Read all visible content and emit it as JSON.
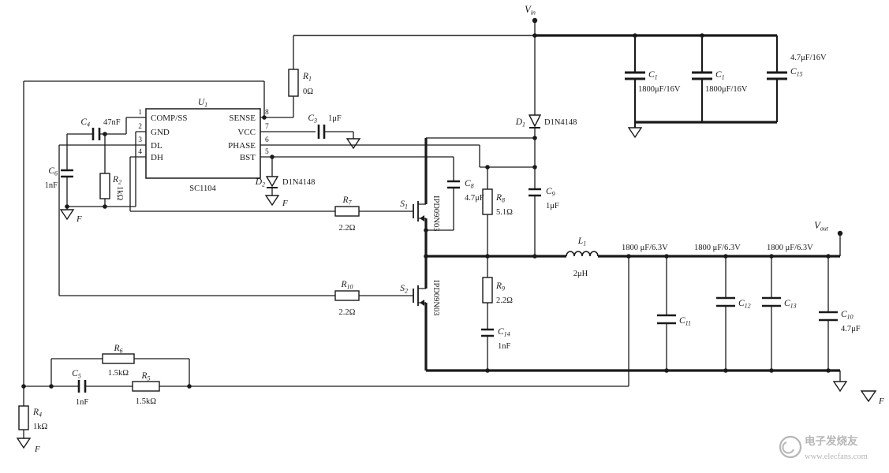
{
  "nets": {
    "vin_letter": "V",
    "vin_sub": "in",
    "vout_letter": "V",
    "vout_sub": "out",
    "ground": "F"
  },
  "ic": {
    "ref": {
      "l": "U",
      "s": "1"
    },
    "part": "SC1104",
    "pins_left": [
      {
        "num": "1",
        "name": "COMP/SS"
      },
      {
        "num": "2",
        "name": "GND"
      },
      {
        "num": "3",
        "name": "DL"
      },
      {
        "num": "4",
        "name": "DH"
      }
    ],
    "pins_right": [
      {
        "num": "8",
        "name": "SENSE"
      },
      {
        "num": "7",
        "name": "VCC"
      },
      {
        "num": "6",
        "name": "PHASE"
      },
      {
        "num": "5",
        "name": "BST"
      }
    ]
  },
  "parts": {
    "r1": {
      "l": "R",
      "s": "1",
      "v": "0Ω"
    },
    "r2": {
      "l": "R",
      "s": "2",
      "v": "1kΩ"
    },
    "r4": {
      "l": "R",
      "s": "4",
      "v": "1kΩ"
    },
    "r5": {
      "l": "R",
      "s": "5",
      "v": "1.5kΩ"
    },
    "r6": {
      "l": "R",
      "s": "6",
      "v": "1.5kΩ"
    },
    "r7": {
      "l": "R",
      "s": "7",
      "v": "2.2Ω"
    },
    "r8": {
      "l": "R",
      "s": "8",
      "v": "5.1Ω"
    },
    "r9": {
      "l": "R",
      "s": "9",
      "v": "2.2Ω"
    },
    "r10": {
      "l": "R",
      "s": "10",
      "v": "2.2Ω"
    },
    "c1a": {
      "l": "C",
      "s": "1",
      "v": "1800μF/16V"
    },
    "c1b": {
      "l": "C",
      "s": "1",
      "v": "1800μF/16V"
    },
    "c15": {
      "l": "C",
      "s": "15",
      "v": "4.7μF/16V"
    },
    "c3": {
      "l": "C",
      "s": "3",
      "v": "1μF"
    },
    "c4": {
      "l": "C",
      "s": "4",
      "v": "47nF"
    },
    "c5": {
      "l": "C",
      "s": "5",
      "v": "1nF"
    },
    "c6": {
      "l": "C",
      "s": "6",
      "v": "1nF"
    },
    "c8": {
      "l": "C",
      "s": "8",
      "v": "4.7μF"
    },
    "c9": {
      "l": "C",
      "s": "9",
      "v": "1μF"
    },
    "c10": {
      "l": "C",
      "s": "10",
      "v": "4.7μF"
    },
    "c11": {
      "l": "C",
      "s": "11",
      "v": "1800 μF/6.3V"
    },
    "c12": {
      "l": "C",
      "s": "12",
      "v": "1800 μF/6.3V"
    },
    "c13": {
      "l": "C",
      "s": "13",
      "v": "1800 μF/6.3V"
    },
    "c14": {
      "l": "C",
      "s": "14",
      "v": "1nF"
    },
    "d1": {
      "l": "D",
      "s": "1",
      "v": "D1N4148"
    },
    "d2": {
      "l": "D",
      "s": "2",
      "v": "D1N4148"
    },
    "l1": {
      "l": "L",
      "s": "1",
      "v": "2μH"
    },
    "s1": {
      "l": "S",
      "s": "1",
      "v": "IPD09N03"
    },
    "s2": {
      "l": "S",
      "s": "2",
      "v": "IPD09N03"
    }
  },
  "watermark": {
    "brand": "电子发烧友",
    "site": "www.elecfans.com"
  }
}
